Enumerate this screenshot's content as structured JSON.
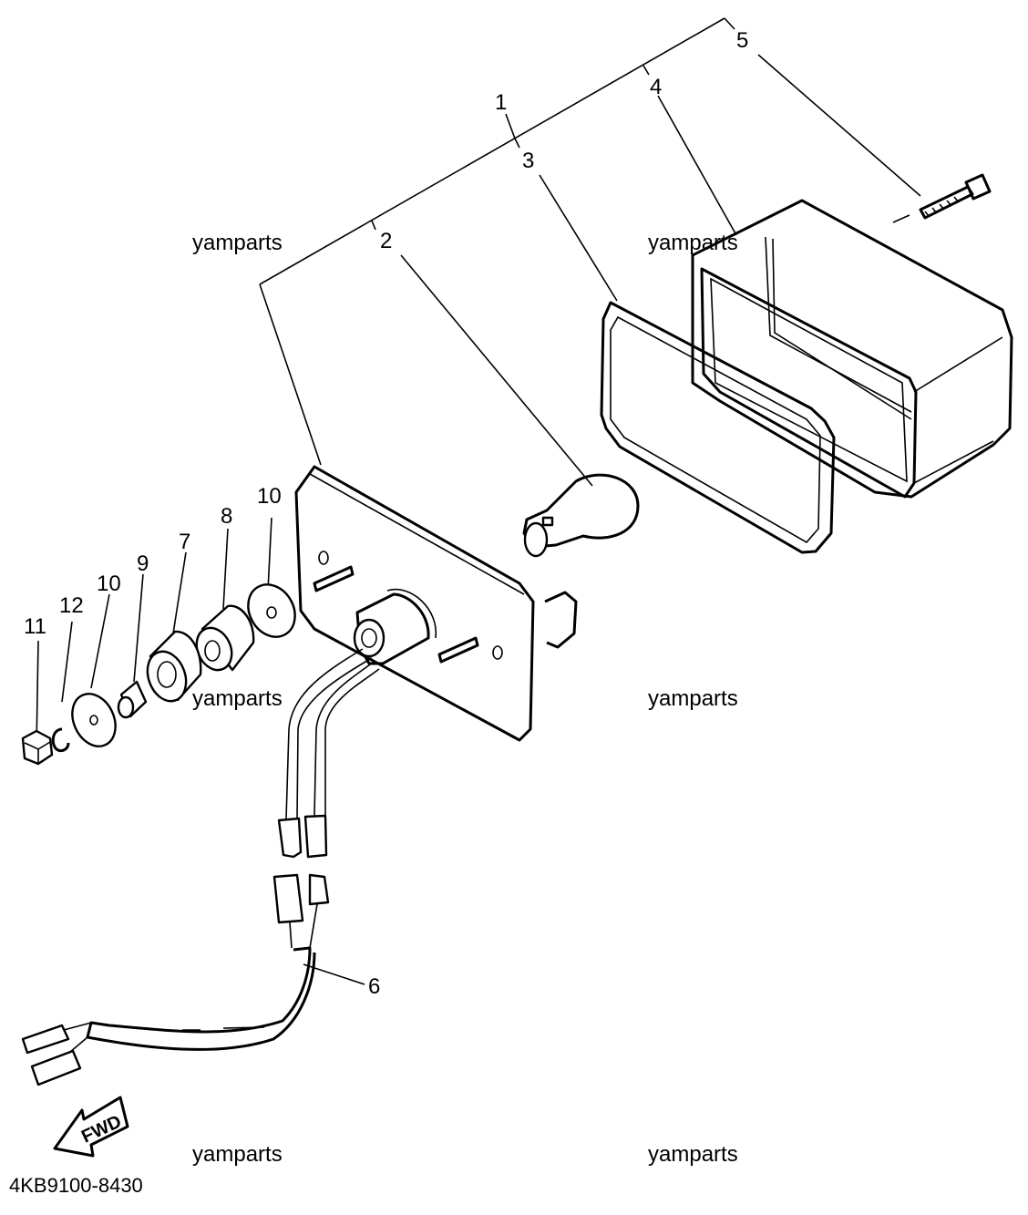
{
  "diagram": {
    "part_code": "4KB9100-8430",
    "direction_label": "FWD",
    "watermarks": [
      "yamparts",
      "yamparts",
      "yamparts",
      "yamparts",
      "yamparts",
      "yamparts"
    ],
    "callouts": [
      {
        "id": "c1",
        "label": "1"
      },
      {
        "id": "c2",
        "label": "2"
      },
      {
        "id": "c3",
        "label": "3"
      },
      {
        "id": "c4",
        "label": "4"
      },
      {
        "id": "c5",
        "label": "5"
      },
      {
        "id": "c6",
        "label": "6"
      },
      {
        "id": "c7",
        "label": "7"
      },
      {
        "id": "c8",
        "label": "8"
      },
      {
        "id": "c9",
        "label": "9"
      },
      {
        "id": "c10a",
        "label": "10"
      },
      {
        "id": "c10b",
        "label": "10"
      },
      {
        "id": "c11",
        "label": "11"
      },
      {
        "id": "c12",
        "label": "12"
      }
    ]
  }
}
